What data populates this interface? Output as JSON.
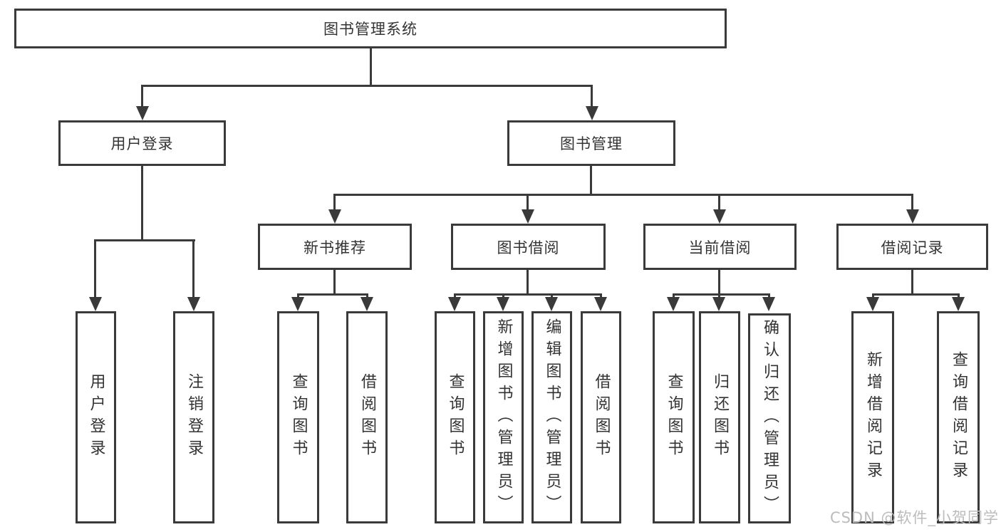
{
  "colors": {
    "line": "#3a3a3a",
    "box_border": "#3a3a3a",
    "text": "#333333",
    "box_fill": "#ffffff",
    "background": "#ffffff",
    "watermark": "#bcbcbc"
  },
  "watermark": {
    "text": "CSDN @软件_小贺同学"
  },
  "tree": {
    "root": {
      "label": "图书管理系统"
    },
    "level2": [
      {
        "label": "用户登录",
        "children": [
          {
            "label": "用户登录"
          },
          {
            "label": "注销登录"
          }
        ]
      },
      {
        "label": "图书管理",
        "children": [
          {
            "label": "新书推荐",
            "children": [
              {
                "label": "查询图书"
              },
              {
                "label": "借阅图书"
              }
            ]
          },
          {
            "label": "图书借阅",
            "children": [
              {
                "label": "查询图书"
              },
              {
                "label": "新增图书（管理员）"
              },
              {
                "label": "编辑图书（管理员）"
              },
              {
                "label": "借阅图书"
              }
            ]
          },
          {
            "label": "当前借阅",
            "children": [
              {
                "label": "查询图书"
              },
              {
                "label": "归还图书"
              },
              {
                "label": "确认归还（管理员）"
              }
            ]
          },
          {
            "label": "借阅记录",
            "children": [
              {
                "label": "新增借阅记录"
              },
              {
                "label": "查询借阅记录"
              }
            ]
          }
        ]
      }
    ]
  }
}
